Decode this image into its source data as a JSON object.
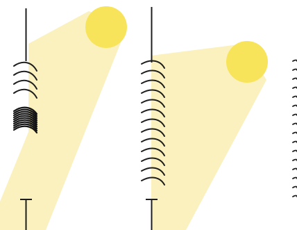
{
  "colors": {
    "background": "#ffffff",
    "light_beam": "#faf1bf",
    "sun": "#f8e45a",
    "stem": "#1e1e1e",
    "coil": "#1e1e1e",
    "compressed_coil": "#141414"
  },
  "panels": [
    {
      "name": "panel-1",
      "description_icon": "sun-icon",
      "coil_state": "compressed-bottom"
    },
    {
      "name": "panel-2",
      "description_icon": "sun-icon",
      "coil_state": "evenly-spaced"
    },
    {
      "name": "panel-3",
      "description_icon": "coil-icon",
      "coil_state": "partially-visible"
    }
  ]
}
